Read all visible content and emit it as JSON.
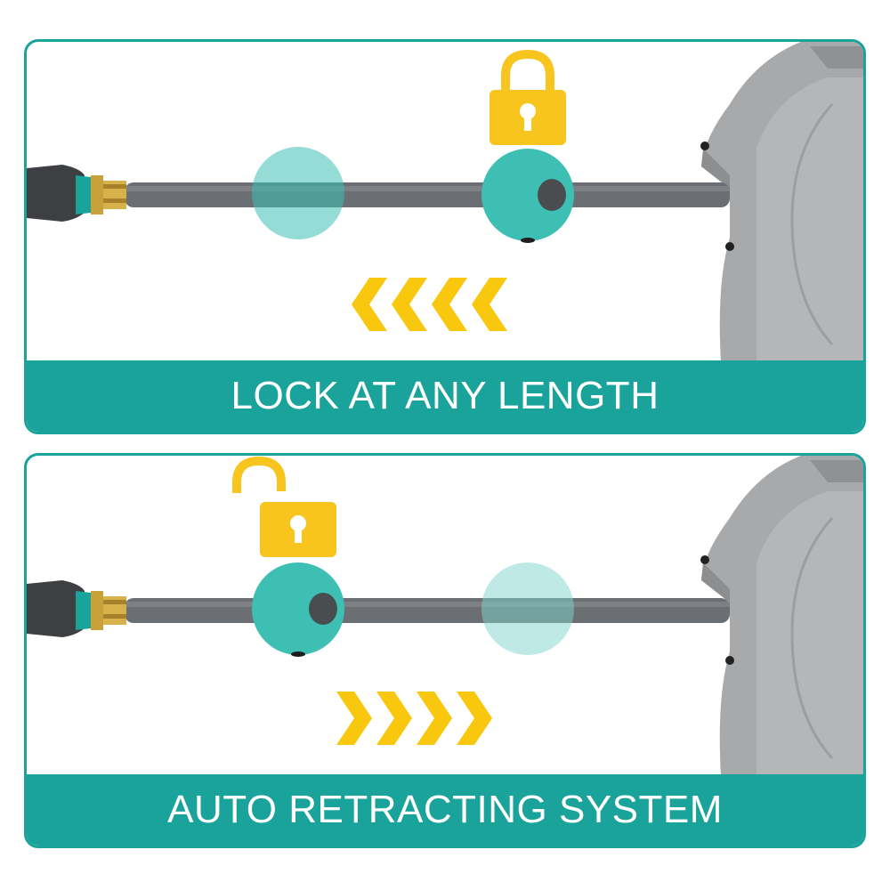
{
  "colors": {
    "teal": "#1aa39a",
    "ball": "#3dbfb3",
    "ball_ghost": "#9fe0d9",
    "hose": "#6b6f73",
    "reel": "#a5a7a9",
    "lock_yellow": "#f7c51e",
    "chevron_yellow": "#f9c80e",
    "brass": "#c9a13b"
  },
  "panels": [
    {
      "caption": "LOCK AT ANY LENGTH",
      "lock_state": "locked",
      "arrow_direction": "left",
      "icon": "padlock-locked-icon"
    },
    {
      "caption": "AUTO RETRACTING SYSTEM",
      "lock_state": "unlocked",
      "arrow_direction": "right",
      "icon": "padlock-unlocked-icon"
    }
  ]
}
